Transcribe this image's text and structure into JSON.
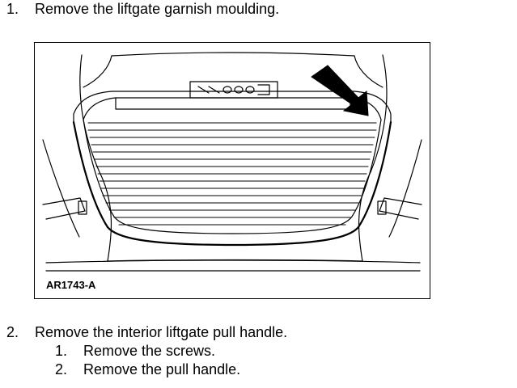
{
  "steps": [
    {
      "number": "1.",
      "text": "Remove the liftgate garnish moulding."
    },
    {
      "number": "2.",
      "text": "Remove the interior liftgate pull handle."
    }
  ],
  "substeps": [
    {
      "number": "1.",
      "text": "Remove the screws."
    },
    {
      "number": "2.",
      "text": "Remove the pull handle."
    }
  ],
  "figure": {
    "label": "AR1743-A"
  }
}
